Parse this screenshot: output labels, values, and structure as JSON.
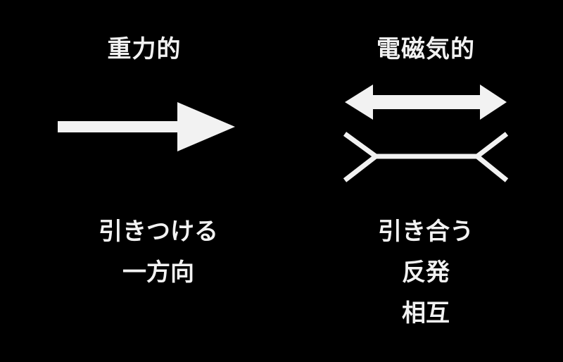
{
  "gravity": {
    "title": "重力的",
    "lines": [
      "引きつける",
      "一方向"
    ]
  },
  "electromagnetic": {
    "title": "電磁気的",
    "lines": [
      "引き合う",
      "反発",
      "相互"
    ]
  },
  "colors": {
    "background": "#000000",
    "foreground": "#f2f2f2"
  }
}
